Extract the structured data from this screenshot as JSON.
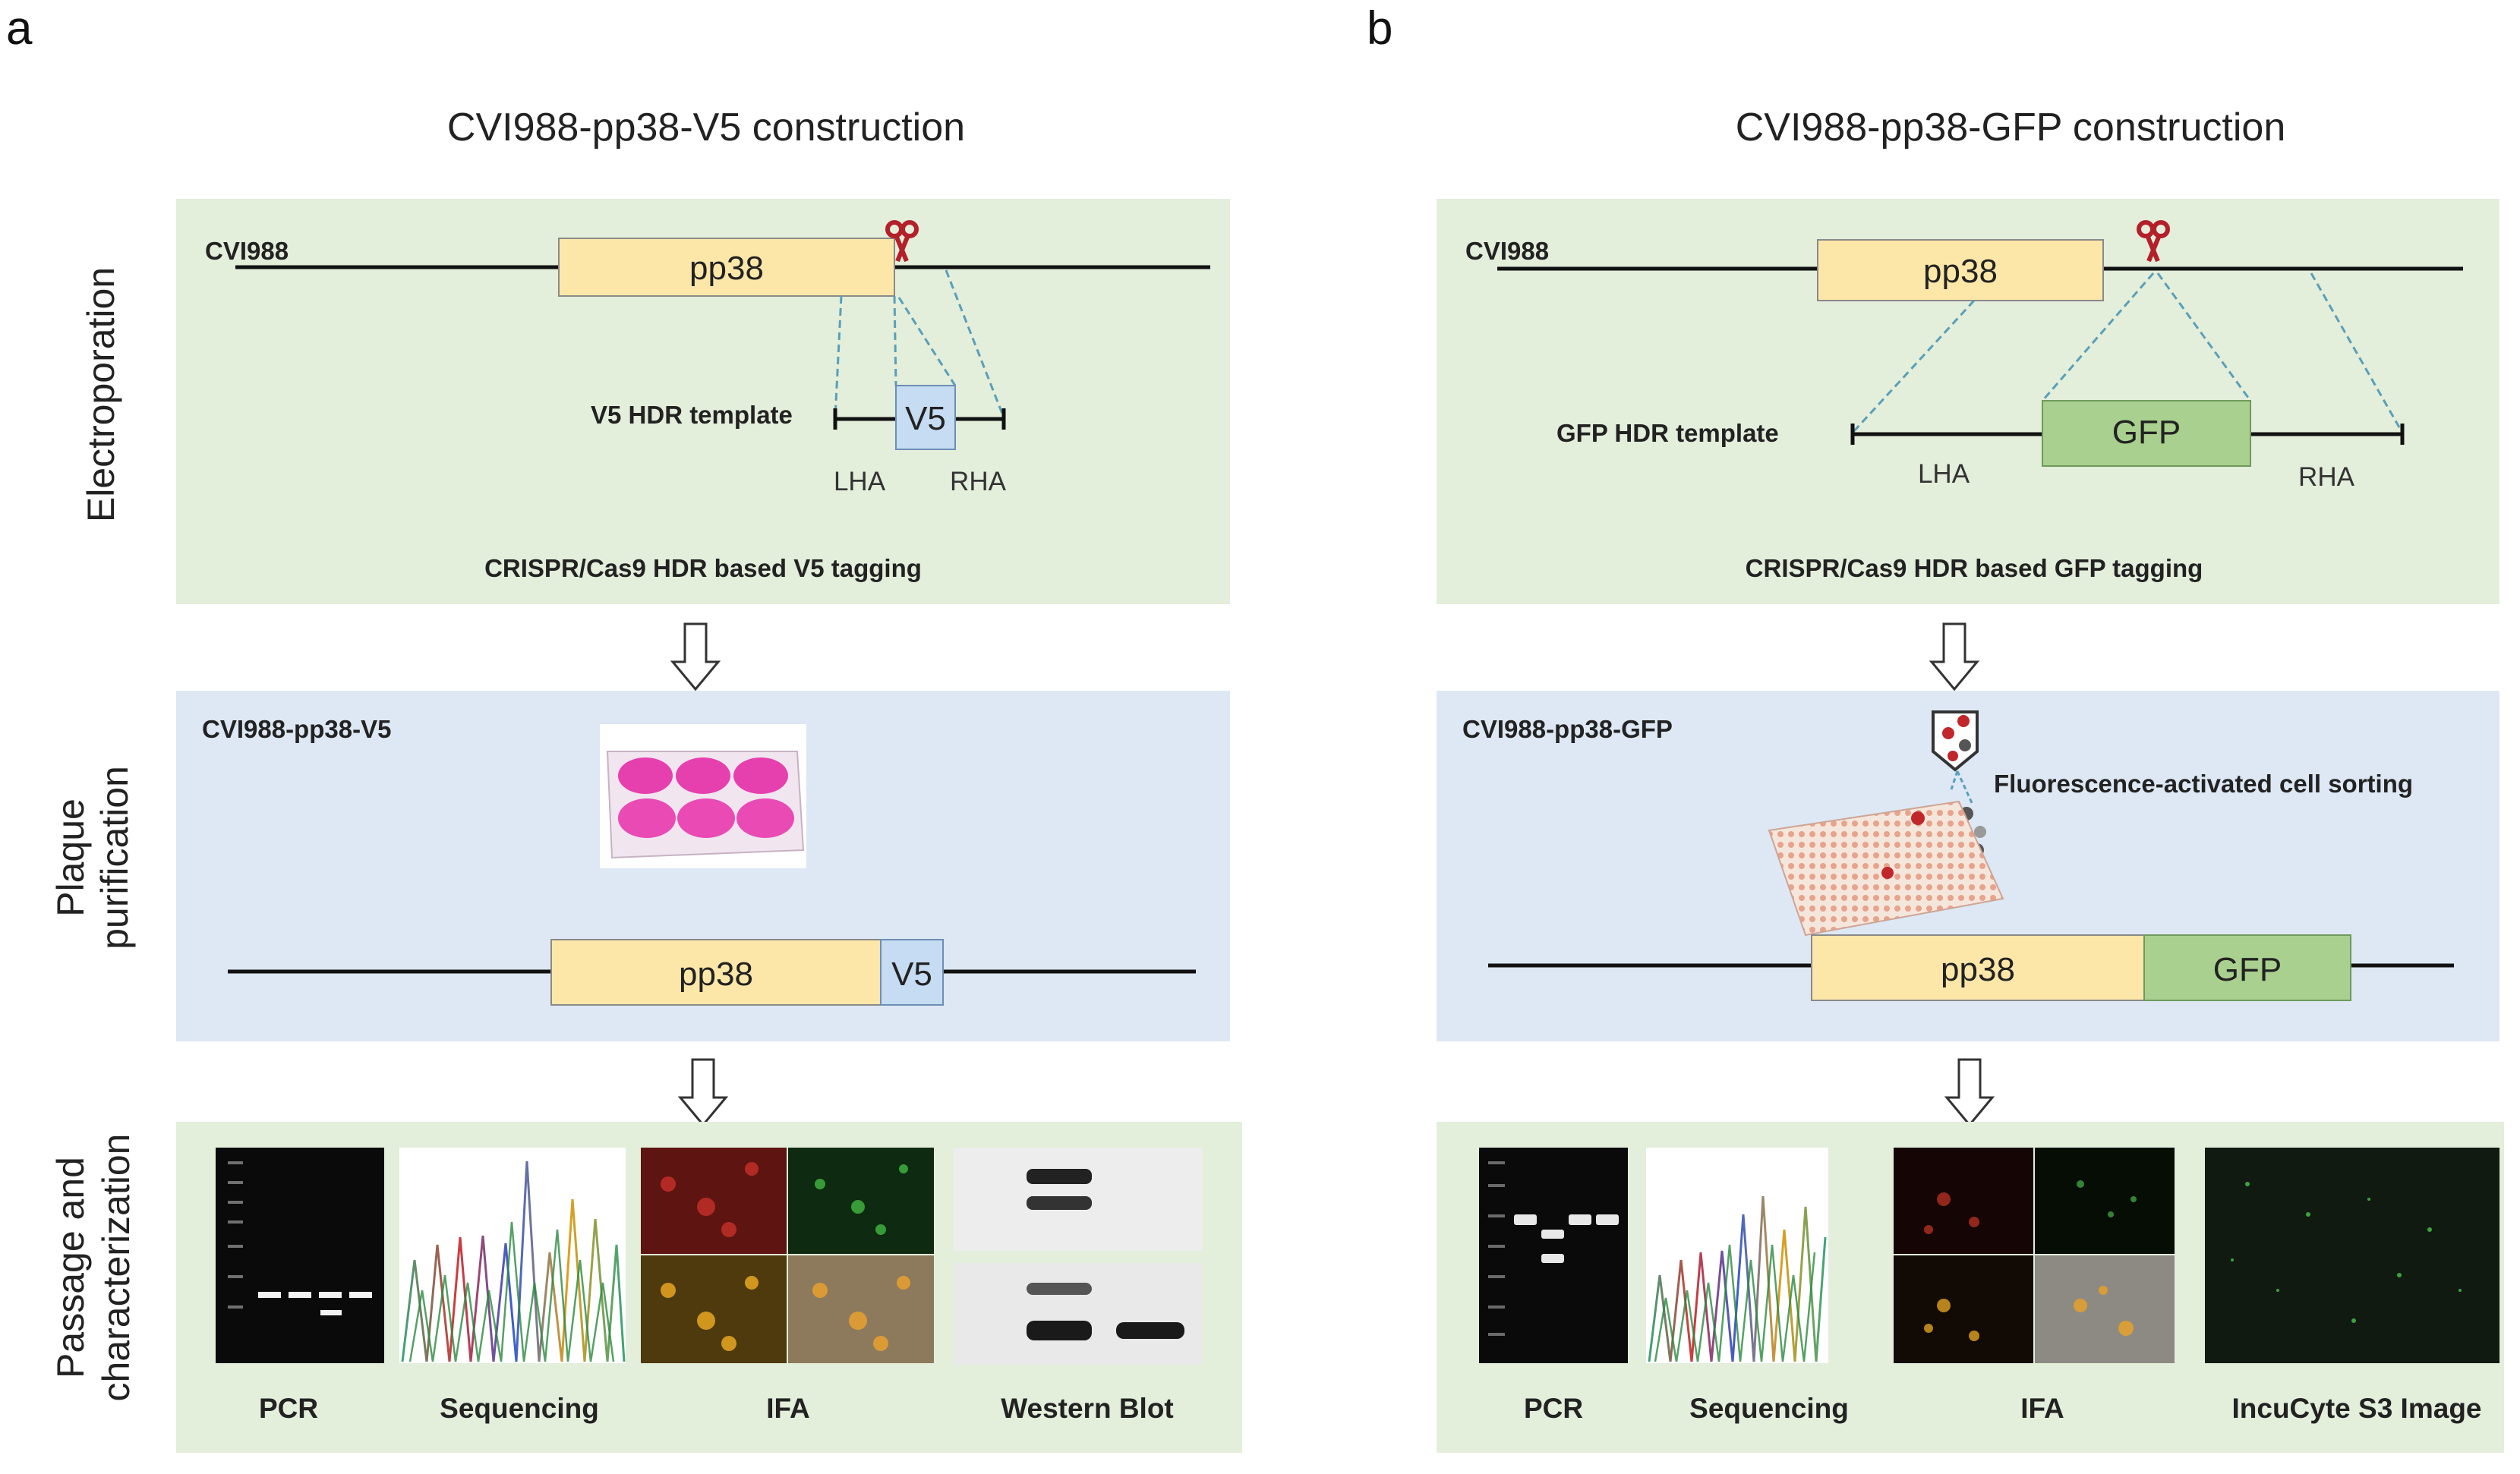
{
  "panels": {
    "a": {
      "letter": "a",
      "title": "CVI988-pp38-V5 construction",
      "stage1": {
        "strain": "CVI988",
        "gene": "pp38",
        "template_label": "V5 HDR template",
        "tag": "V5",
        "lha": "LHA",
        "rha": "RHA",
        "caption": "CRISPR/Cas9 HDR based V5 tagging"
      },
      "stage2": {
        "strain": "CVI988-pp38-V5",
        "gene": "pp38",
        "tag": "V5"
      },
      "stage3": {
        "captions": [
          "PCR",
          "Sequencing",
          "IFA",
          "Western Blot"
        ]
      }
    },
    "b": {
      "letter": "b",
      "title": "CVI988-pp38-GFP construction",
      "stage1": {
        "strain": "CVI988",
        "gene": "pp38",
        "template_label": "GFP HDR template",
        "tag": "GFP",
        "lha": "LHA",
        "rha": "RHA",
        "caption": "CRISPR/Cas9 HDR based GFP tagging"
      },
      "stage2": {
        "strain": "CVI988-pp38-GFP",
        "sorting_label": "Fluorescence-activated  cell sorting",
        "gene": "pp38",
        "tag": "GFP"
      },
      "stage3": {
        "captions": [
          "PCR",
          "Sequencing",
          "IFA",
          "IncuCyte  S3 Image"
        ]
      }
    }
  },
  "stages": {
    "electroporation": "Electroporation",
    "plaque_line1": "Plaque",
    "plaque_line2": "purification",
    "passage_line1": "Passage and",
    "passage_line2": "characterization"
  },
  "colors": {
    "green_bg": "#e3eedb",
    "blue_bg": "#dde8f4",
    "gene_box": "#fde7a8",
    "v5_box": "#c5dcf2",
    "gfp_box": "#a9d08e",
    "scissors": "#b3202a"
  },
  "icons": [
    "scissors-icon",
    "cell-culture-plate-icon",
    "facs-tube-icon",
    "well-plate-icon",
    "down-arrow-icon"
  ]
}
